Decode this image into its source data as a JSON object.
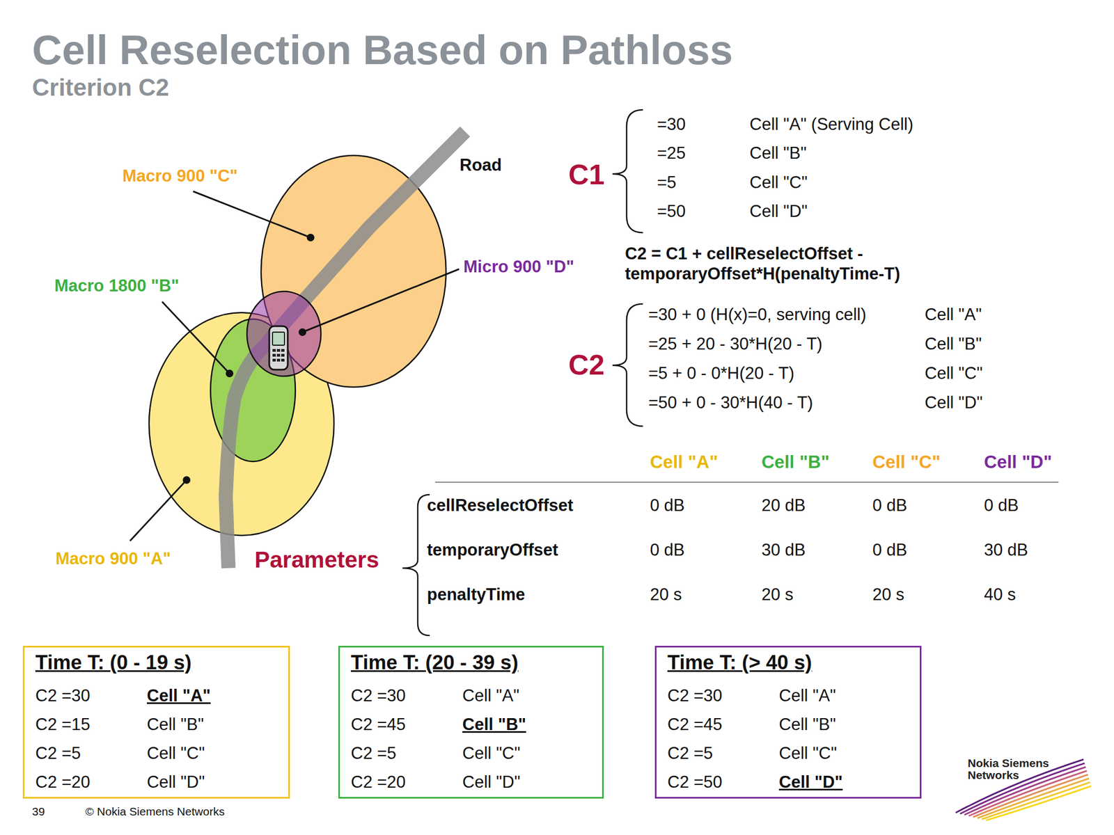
{
  "diagram": {
    "title": "Cell Reselection Based on Pathloss",
    "nodes": [
      {
        "text": [
          "Time T: (0 - 19 s)",
          "C2 =30",
          "Cell \"A\"",
          "C2 =15",
          "Cell \"B\"",
          "C2 =5",
          "Cell \"C\"",
          "C2 =20",
          "Cell \"D\""
        ]
      },
      {
        "text": [
          "Time T: (20 - 39 s)",
          "C2 =30",
          "Cell \"A\"",
          "C2 =45",
          "Cell \"B\"",
          "C2 =5",
          "Cell \"C\"",
          "C2 =20",
          "Cell \"D\""
        ]
      },
      {
        "text": [
          "Time T: (> 40 s)",
          "C2 =30",
          "Cell \"A\"",
          "C2 =45",
          "Cell \"B\"",
          "C2 =5",
          "Cell \"C\"",
          "C2 =50",
          "Cell \"D\""
        ]
      }
    ],
    "labels": [
      "Criterion C2",
      "Macro 900 \"C\"",
      "Road",
      "Micro 900 \"D\"",
      "Macro 1800 \"B\"",
      "Macro 900 \"A\"",
      "C1",
      "=30",
      "Cell \"A\" (Serving Cell)",
      "=25",
      "Cell \"B\"",
      "=5",
      "Cell \"C\"",
      "=50",
      "Cell \"D\"",
      "C2 = C1 + cellReselectOffset - temporaryOffset*H(penaltyTime-T)",
      "C2",
      "=30 + 0 (H(x)=0, serving cell)",
      "Cell \"A\"",
      "=25 + 20 - 30*H(20 - T)",
      "Cell \"B\"",
      "=5 + 0 - 0*H(20 - T)",
      "Cell \"C\"",
      "=50 + 0 - 30*H(40 - T)",
      "Cell \"D\"",
      "Cell \"A\"",
      "Cell \"B\"",
      "Cell \"C\"",
      "Cell \"D\"",
      "cellReselectOffset",
      "0 dB",
      "20 dB",
      "0 dB",
      "0 dB",
      "temporaryOffset",
      "0 dB",
      "30 dB",
      "0 dB",
      "30 dB",
      "penaltyTime",
      "20 s",
      "20 s",
      "20 s",
      "40 s",
      "Parameters",
      "39",
      "© Nokia Siemens Networks",
      "Nokia Siemens Networks"
    ]
  }
}
